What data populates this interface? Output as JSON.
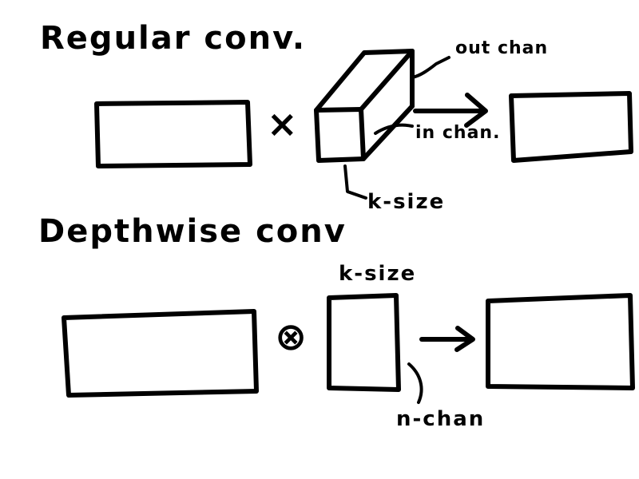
{
  "regular": {
    "title": "Regular conv.",
    "operator": "×",
    "out_chan": "out chan",
    "in_chan": "in chan.",
    "k_size": "k-size"
  },
  "depthwise": {
    "title": "Depthwise conv",
    "operator": "⊗",
    "k_size": "k-size",
    "n_chan": "n-chan"
  },
  "ink_color": "#000000"
}
